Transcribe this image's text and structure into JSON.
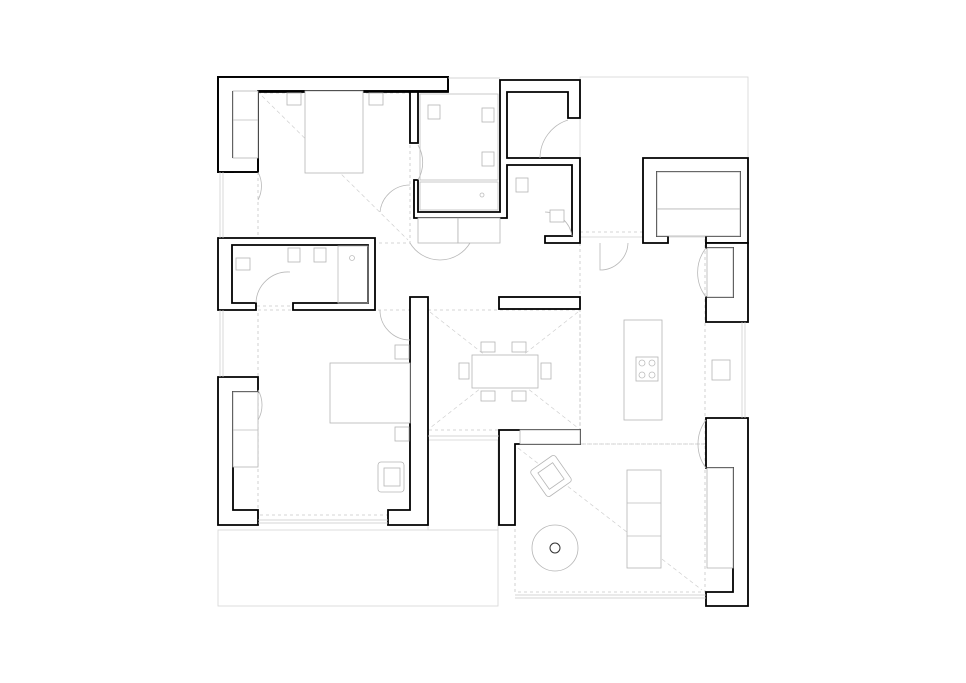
{
  "drawing": {
    "type": "architectural floor plan",
    "colors": {
      "background": "#ffffff",
      "walls": "#000000",
      "furniture": "#b5b5b5",
      "terrace_lines": "#e3e3e3"
    },
    "rooms": [
      "bedroom-top",
      "bathroom-top",
      "wc-top-right",
      "bathroom-small",
      "bathroom-middle",
      "bedroom-bottom",
      "dining-area",
      "kitchen",
      "storage-top-right",
      "living-room"
    ],
    "icons": [
      "door-swing-icon",
      "sink-icon",
      "toilet-icon",
      "shower-icon",
      "hob-icon",
      "armchair-icon",
      "round-table-icon"
    ]
  }
}
